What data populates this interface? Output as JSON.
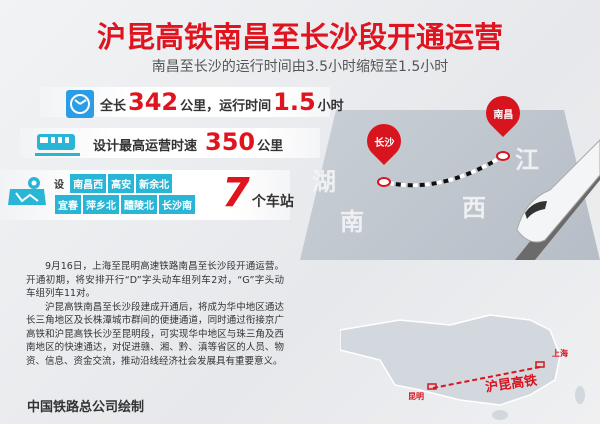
{
  "header": {
    "title": "沪昆高铁南昌至长沙段开通运营",
    "subtitle": "南昌至长沙的运行时间由3.5小时缩短至1.5小时"
  },
  "facts": {
    "length": {
      "prefix": "全长",
      "value": "342",
      "unit": "公里，运行时间",
      "time": "1.5",
      "time_unit": "小时",
      "icon": "clock-icon"
    },
    "speed": {
      "prefix": "设计最高运营时速",
      "value": "350",
      "unit": "公里",
      "icon": "train-icon"
    },
    "stations": {
      "prefix": "设",
      "names": [
        "南昌西",
        "高安",
        "新余北",
        "宜春",
        "萍乡北",
        "醴陵北",
        "长沙南"
      ],
      "count": "7",
      "unit": "个车站",
      "icon": "map-pin-icon"
    }
  },
  "route_map": {
    "from": "长沙",
    "to": "南昌",
    "provinces": [
      "湖",
      "南",
      "江",
      "西"
    ]
  },
  "article": {
    "paragraphs": [
      "9月16日，上海至昆明高速铁路南昌至长沙段开通运营。开通初期，将安排开行“D”字头动车组列车2对，“G”字头动车组列车11对。",
      "沪昆高铁南昌至长沙段建成开通后，将成为华中地区通达长三角地区及长株潭城市群间的便捷通道，同时通过衔接京广高铁和沪昆高铁长沙至昆明段，可实现华中地区与珠三角及西南地区的快速通达，对促进赣、湘、黔、滇等省区的人员、物资、信息、资金交流，推动沿线经济社会发展具有重要意义。"
    ]
  },
  "china_map": {
    "start": "昆明",
    "end": "上海",
    "line": "沪昆高铁"
  },
  "footer": {
    "credit": "中国铁路总公司绘制"
  },
  "colors": {
    "accent": "#e0141e",
    "teal": "#29b5d6",
    "blue": "#2a9de6"
  }
}
